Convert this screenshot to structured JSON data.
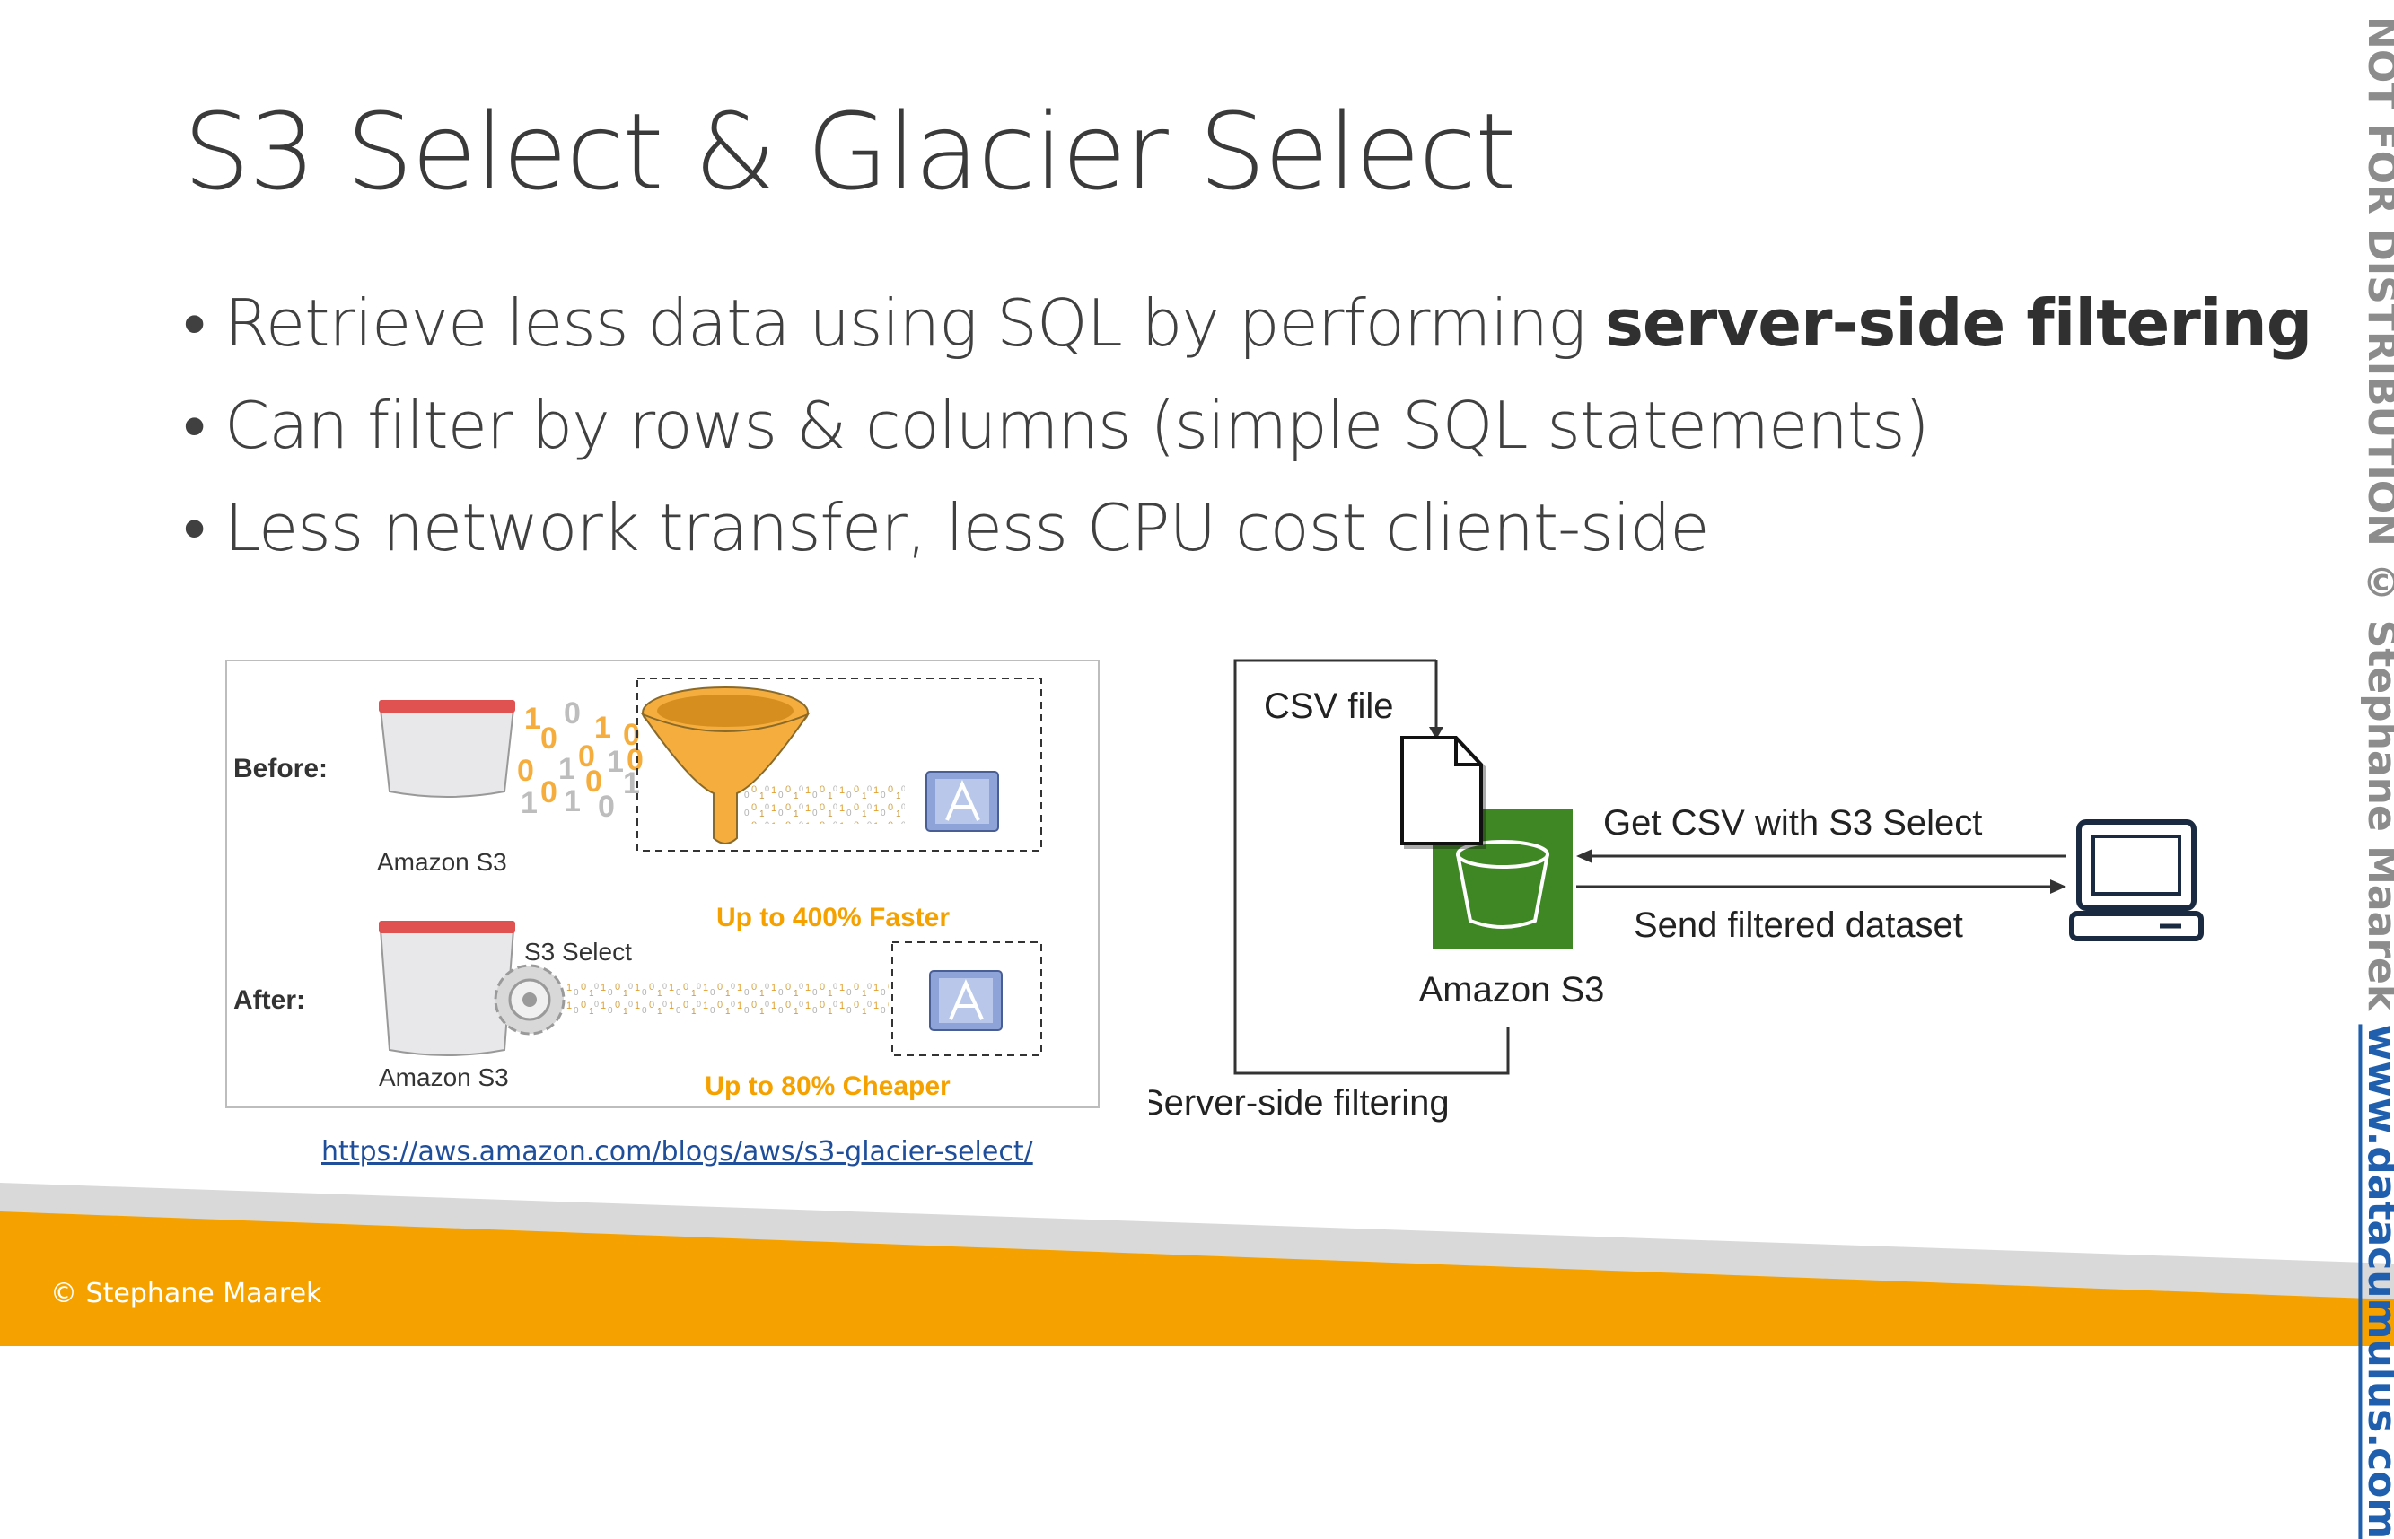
{
  "slide": {
    "title": "S3 Select & Glacier Select",
    "bullets": [
      {
        "text": "Retrieve less data using SQL by performing ",
        "bold": "server-side filtering"
      },
      {
        "text": "Can filter by rows & columns (simple SQL statements)",
        "bold": ""
      },
      {
        "text": "Less network transfer, less CPU cost client-side",
        "bold": ""
      }
    ],
    "bullet_glyph": "•",
    "link": "https://aws.amazon.com/blogs/aws/s3-glacier-select/",
    "copyright": "© Stephane Maarek",
    "sidebar": {
      "text": "NOT FOR DISTRIBUTION © Stephane Maarek ",
      "link": "www.datacumulus.com"
    }
  },
  "left_diagram": {
    "before_label": "Before:",
    "after_label": "After:",
    "s3_label": "Amazon S3",
    "s3_select_label": "S3 Select",
    "faster": "Up to 400% Faster",
    "cheaper": "Up to 80% Cheaper",
    "binary_digits": [
      "1",
      "0",
      "0",
      "1",
      "0",
      "0",
      "1",
      "0",
      "1",
      "0",
      "0",
      "1",
      "1",
      "0",
      "1",
      "0",
      "1",
      "0",
      "1",
      "1",
      "0"
    ]
  },
  "right_diagram": {
    "csv_label": "CSV file",
    "s3_label": "Amazon S3",
    "get_label": "Get CSV with S3 Select",
    "send_label": "Send filtered dataset",
    "server_label": "Server-side filtering"
  },
  "colors": {
    "orange": "#f5a200",
    "grey_band": "#d9d9d9",
    "s3_green": "#3f8624",
    "funnel": "#f5ae3e",
    "bucket_red": "#e05252",
    "link_blue": "#1f4e9a"
  }
}
